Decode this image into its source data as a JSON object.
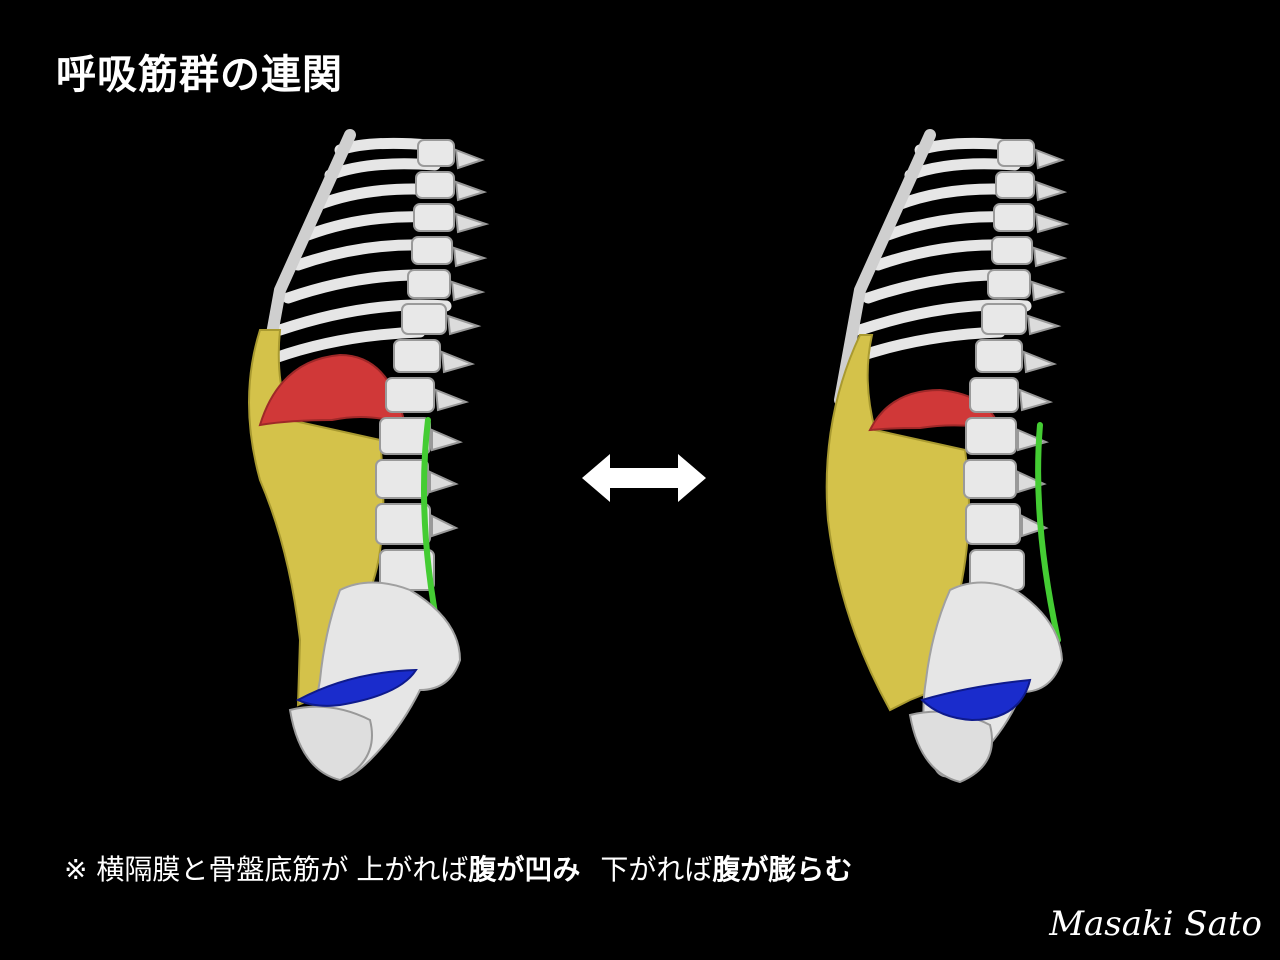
{
  "title": "呼吸筋群の連関",
  "caption": {
    "prefix": "※ 横隔膜と骨盤底筋が",
    "up_verb": "上がれば",
    "up_result": "腹が凹み",
    "down_verb": "下がれば",
    "down_result": "腹が膨らむ"
  },
  "author": "Masaki Sato",
  "icons": [
    "double-arrow-icon"
  ],
  "colors": {
    "background": "#000000",
    "bone": "#e8e8e8",
    "diaphragm": "#d03838",
    "abdominal_wall": "#d8c850",
    "multifidus": "#44cc33",
    "pelvic_floor": "#1a2ccc"
  },
  "states": [
    "exhale-abdomen-drawn-in",
    "inhale-abdomen-expanded"
  ]
}
